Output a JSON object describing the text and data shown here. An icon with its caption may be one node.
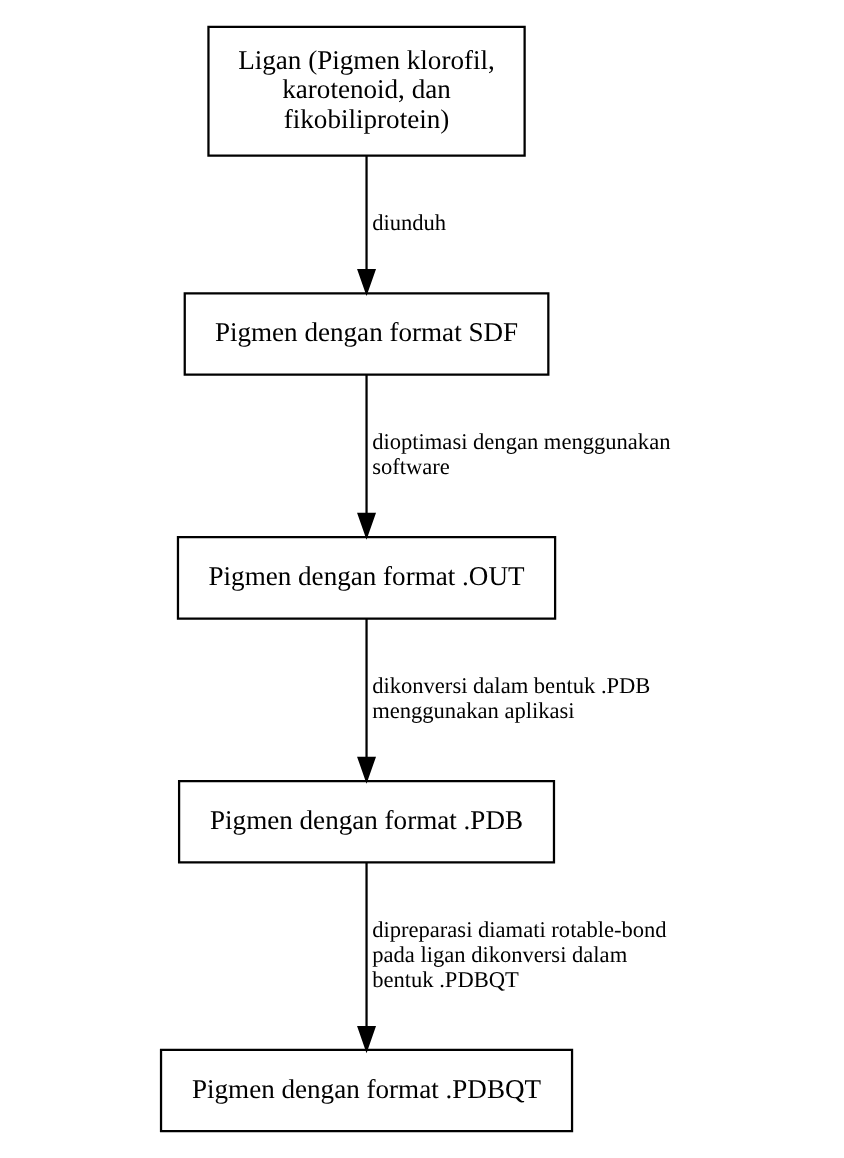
{
  "diagram": {
    "nodes": [
      {
        "text": [
          "Ligan (Pigmen klorofil, karotenoid, dan fikobiliprotein)"
        ]
      },
      {
        "text": [
          "Pigmen dengan format SDF"
        ]
      },
      {
        "text": [
          "Pigmen dengan format .OUT"
        ]
      },
      {
        "text": [
          "Pigmen dengan format .PDB"
        ]
      },
      {
        "text": [
          "Pigmen dengan format .PDBQT"
        ]
      }
    ],
    "edges": [
      {
        "from": 0,
        "to": 1,
        "arrow": "to",
        "label": "diunduh"
      },
      {
        "from": 1,
        "to": 2,
        "arrow": "to",
        "label": "dioptimasi dengan menggunakan software"
      },
      {
        "from": 2,
        "to": 3,
        "arrow": "to",
        "label": "dikonversi dalam bentuk .PDB menggunakan aplikasi"
      },
      {
        "from": 3,
        "to": 4,
        "arrow": "to",
        "label": "dipreparasi diamati rotable-bond pada ligan dikonversi dalam bentuk .PDBQT"
      }
    ]
  }
}
